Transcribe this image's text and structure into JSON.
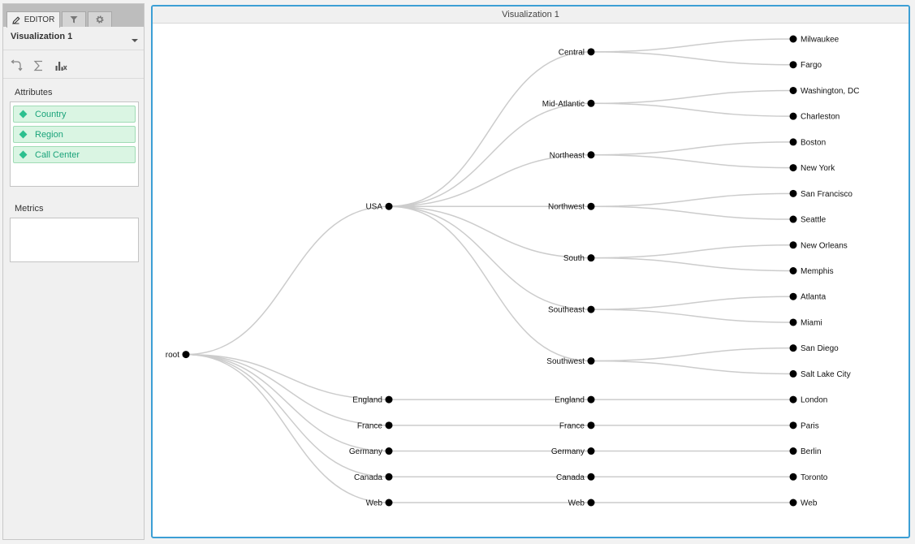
{
  "tabs": [
    {
      "label": "EDITOR",
      "icon": "pencil-icon",
      "active": true
    },
    {
      "label": "",
      "icon": "filter-icon",
      "active": false
    },
    {
      "label": "",
      "icon": "gear-icon",
      "active": false
    }
  ],
  "visualization_selector": {
    "value": "Visualization 1"
  },
  "toolbar_icons": [
    "swap-axes-icon",
    "sum-icon",
    "chart-options-icon"
  ],
  "attributes": {
    "label": "Attributes",
    "items": [
      "Country",
      "Region",
      "Call Center"
    ]
  },
  "metrics": {
    "label": "Metrics",
    "items": []
  },
  "viz": {
    "title": "Visualization 1"
  },
  "colors": {
    "accent": "#3c9fd5",
    "attribute": "#2cc08f",
    "link": "#cccccc",
    "node": "#000000"
  },
  "tree": {
    "name": "root",
    "children": [
      {
        "name": "USA",
        "children": [
          {
            "name": "Central",
            "children": [
              {
                "name": "Milwaukee"
              },
              {
                "name": "Fargo"
              }
            ]
          },
          {
            "name": "Mid-Atlantic",
            "children": [
              {
                "name": "Washington, DC"
              },
              {
                "name": "Charleston"
              }
            ]
          },
          {
            "name": "Northeast",
            "children": [
              {
                "name": "Boston"
              },
              {
                "name": "New York"
              }
            ]
          },
          {
            "name": "Northwest",
            "children": [
              {
                "name": "San Francisco"
              },
              {
                "name": "Seattle"
              }
            ]
          },
          {
            "name": "South",
            "children": [
              {
                "name": "New Orleans"
              },
              {
                "name": "Memphis"
              }
            ]
          },
          {
            "name": "Southeast",
            "children": [
              {
                "name": "Atlanta"
              },
              {
                "name": "Miami"
              }
            ]
          },
          {
            "name": "Southwest",
            "children": [
              {
                "name": "San Diego"
              },
              {
                "name": "Salt Lake City"
              }
            ]
          }
        ]
      },
      {
        "name": "England",
        "children": [
          {
            "name": "England",
            "children": [
              {
                "name": "London"
              }
            ]
          }
        ]
      },
      {
        "name": "France",
        "children": [
          {
            "name": "France",
            "children": [
              {
                "name": "Paris"
              }
            ]
          }
        ]
      },
      {
        "name": "Germany",
        "children": [
          {
            "name": "Germany",
            "children": [
              {
                "name": "Berlin"
              }
            ]
          }
        ]
      },
      {
        "name": "Canada",
        "children": [
          {
            "name": "Canada",
            "children": [
              {
                "name": "Toronto"
              }
            ]
          }
        ]
      },
      {
        "name": "Web",
        "children": [
          {
            "name": "Web",
            "children": [
              {
                "name": "Web"
              }
            ]
          }
        ]
      }
    ]
  }
}
